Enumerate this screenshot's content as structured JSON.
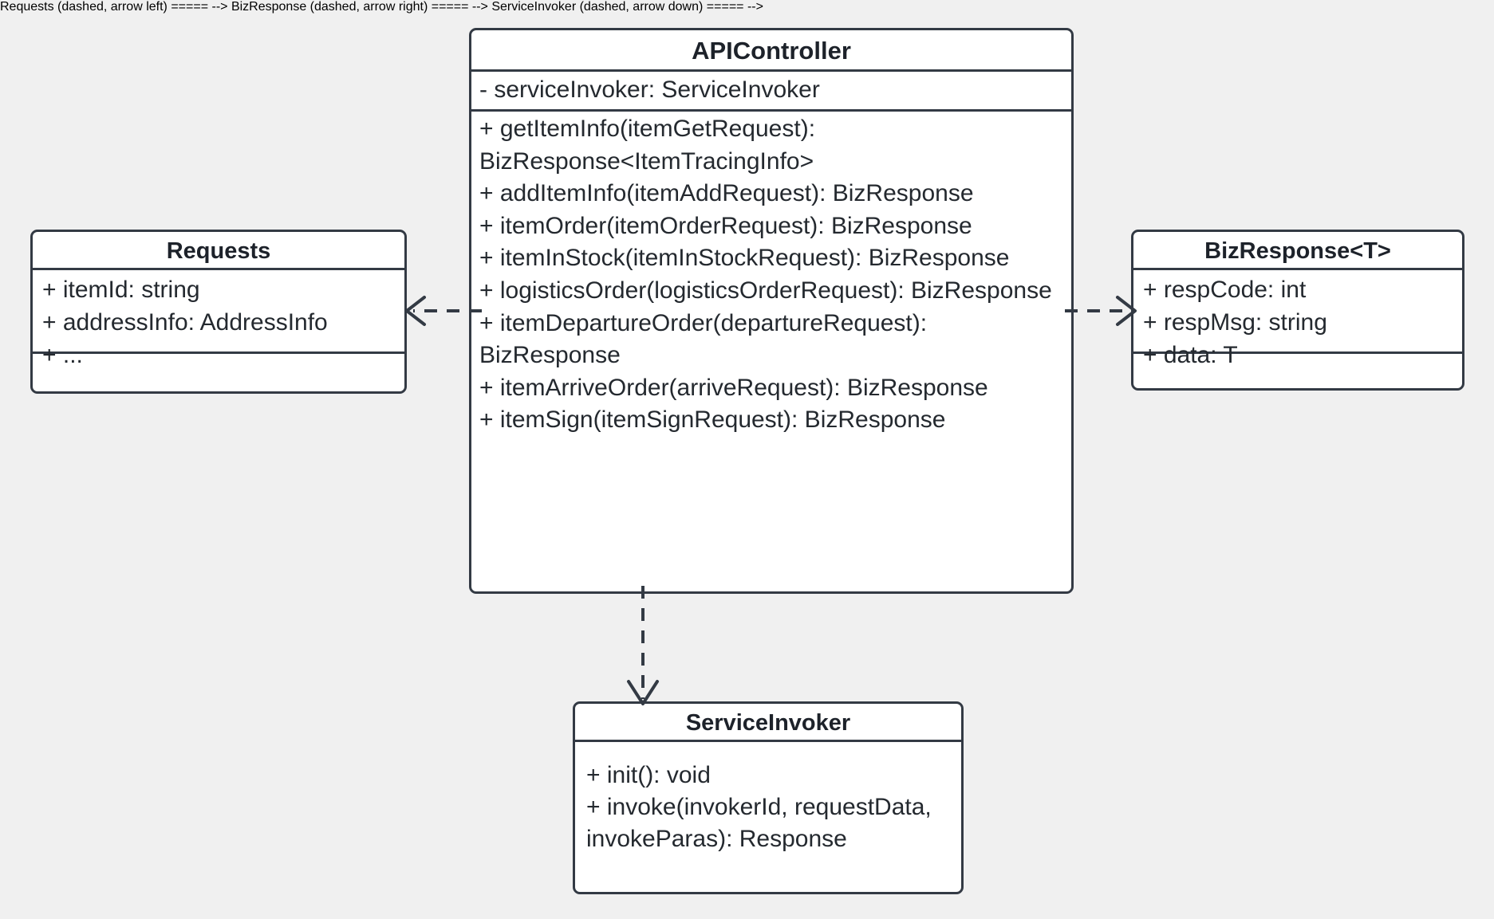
{
  "diagram": {
    "kind": "uml-class-diagram",
    "background_color": "#f0f0f0",
    "border_color": "#333a44",
    "box_fill": "#ffffff",
    "text_color": "#24292f"
  },
  "classes": {
    "api_controller": {
      "name": "APIController",
      "attributes": [
        "-  serviceInvoker: ServiceInvoker"
      ],
      "methods": [
        "+ getItemInfo(itemGetRequest): BizResponse<ItemTracingInfo>",
        "+ addItemInfo(itemAddRequest): BizResponse",
        "+ itemOrder(itemOrderRequest): BizResponse",
        "+ itemInStock(itemInStockRequest): BizResponse",
        "+ logisticsOrder(logisticsOrderRequest): BizResponse",
        "+ itemDepartureOrder(departureRequest): BizResponse",
        "+ itemArriveOrder(arriveRequest): BizResponse",
        "+ itemSign(itemSignRequest): BizResponse"
      ]
    },
    "requests": {
      "name": "Requests",
      "attributes": [
        "+ itemId: string",
        "+ addressInfo: AddressInfo",
        "+ ..."
      ],
      "methods": []
    },
    "biz_response": {
      "name": "BizResponse<T>",
      "attributes": [
        "+ respCode: int",
        "+ respMsg: string",
        "+ data: T"
      ],
      "methods": []
    },
    "service_invoker": {
      "name": "ServiceInvoker",
      "attributes": [],
      "methods": [
        "+ init(): void",
        "+ invoke(invokerId, requestData, invokeParas): Response"
      ]
    }
  },
  "connectors": [
    {
      "id": "api-to-requests",
      "from": "APIController",
      "to": "Requests",
      "style": "dashed",
      "arrow": "open",
      "direction": "left",
      "relation": "dependency"
    },
    {
      "id": "api-to-bizresponse",
      "from": "APIController",
      "to": "BizResponse<T>",
      "style": "dashed",
      "arrow": "open",
      "direction": "right",
      "relation": "dependency"
    },
    {
      "id": "api-to-serviceinvoker",
      "from": "APIController",
      "to": "ServiceInvoker",
      "style": "dashed",
      "arrow": "open",
      "direction": "down",
      "relation": "dependency"
    }
  ]
}
